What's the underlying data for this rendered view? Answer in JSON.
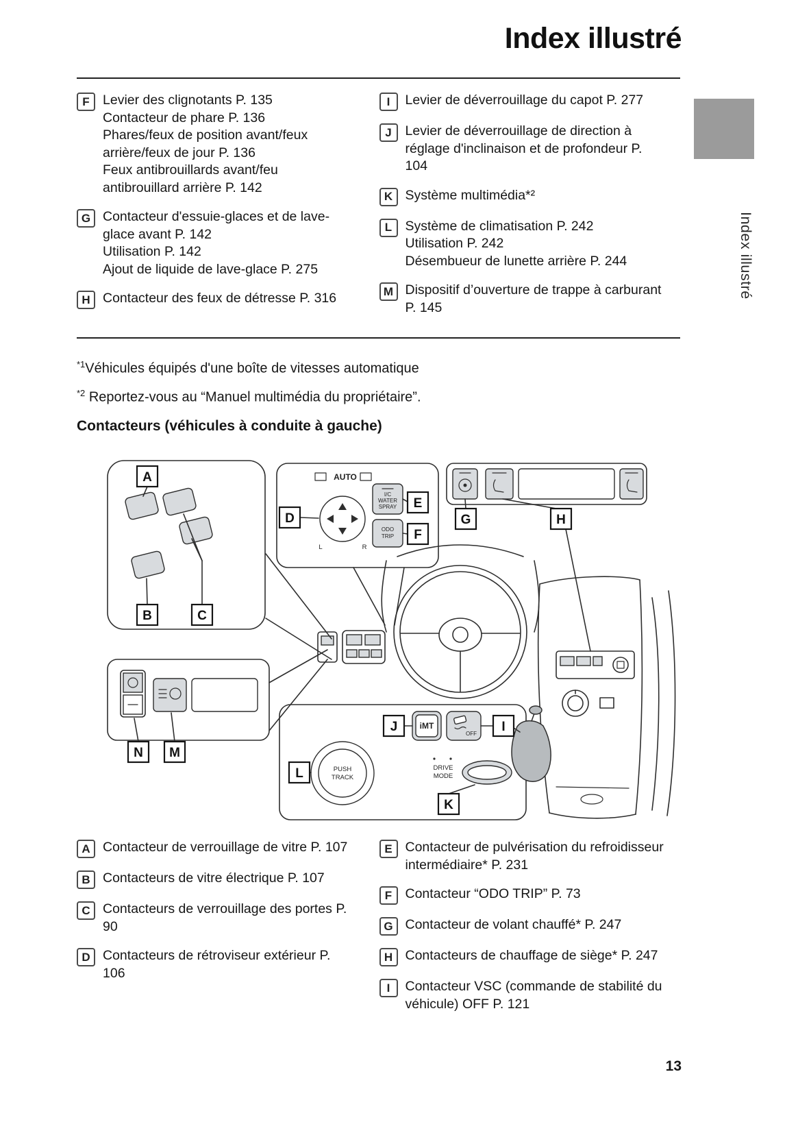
{
  "page": {
    "title": "Index illustré",
    "side_tab": "Index illustré",
    "number": "13"
  },
  "top_list": {
    "left": [
      {
        "key": "F",
        "text": "Levier des clignotants P. 135\nContacteur de phare P. 136\nPhares/feux de position avant/feux arrière/feux de jour P. 136\nFeux antibrouillards avant/feu antibrouillard arrière P. 142"
      },
      {
        "key": "G",
        "text": "Contacteur d'essuie-glaces et de lave-glace avant P. 142\nUtilisation P. 142\nAjout de liquide de lave-glace P. 275"
      },
      {
        "key": "H",
        "text": "Contacteur des feux de détresse P. 316"
      }
    ],
    "right": [
      {
        "key": "I",
        "text": "Levier de déverrouillage du capot P. 277"
      },
      {
        "key": "J",
        "text": "Levier de déverrouillage de direction à réglage d'inclinaison et de profondeur P. 104"
      },
      {
        "key": "K",
        "text": "Système multimédia*²"
      },
      {
        "key": "L",
        "text": "Système de climatisation P. 242\nUtilisation P. 242\nDésembueur de lunette arrière P. 244"
      },
      {
        "key": "M",
        "text": "Dispositif d’ouverture de trappe à carburant P. 145"
      }
    ]
  },
  "footnotes": [
    {
      "sup": "*1",
      "text": "Véhicules équipés d'une boîte de vitesses automatique"
    },
    {
      "sup": "*2",
      "text": " Reportez-vous au “Manuel multimédia du propriétaire”."
    }
  ],
  "section_heading": "Contacteurs (véhicules à conduite à gauche)",
  "diagram": {
    "callouts": {
      "a": "A",
      "b": "B",
      "c": "C",
      "d": "D",
      "e": "E",
      "f": "F",
      "g": "G",
      "h": "H",
      "i": "I",
      "j": "J",
      "k": "K",
      "l": "L",
      "m": "M",
      "n": "N"
    },
    "labels": {
      "auto": "AUTO",
      "ic": [
        "I/C",
        "WATER",
        "SPRAY"
      ],
      "odo": [
        "ODO",
        "TRIP"
      ],
      "imt": "iMT",
      "off": "OFF",
      "push": [
        "PUSH",
        "TRACK"
      ],
      "drive": [
        "DRIVE",
        "MODE"
      ],
      "left": "L",
      "right": "R"
    }
  },
  "bottom_list": {
    "left": [
      {
        "key": "A",
        "text": "Contacteur de verrouillage de vitre P. 107"
      },
      {
        "key": "B",
        "text": "Contacteurs de vitre électrique P. 107"
      },
      {
        "key": "C",
        "text": "Contacteurs de verrouillage des portes P. 90"
      },
      {
        "key": "D",
        "text": "Contacteurs de rétroviseur extérieur P. 106"
      }
    ],
    "right": [
      {
        "key": "E",
        "text": "Contacteur de pulvérisation du refroidisseur intermédiaire* P. 231"
      },
      {
        "key": "F",
        "text": "Contacteur “ODO TRIP” P. 73"
      },
      {
        "key": "G",
        "text": "Contacteur de volant chauffé* P. 247"
      },
      {
        "key": "H",
        "text": "Contacteurs de chauffage de siège* P. 247"
      },
      {
        "key": "I",
        "text": "Contacteur VSC (commande de stabilité du véhicule) OFF P. 121"
      }
    ]
  }
}
